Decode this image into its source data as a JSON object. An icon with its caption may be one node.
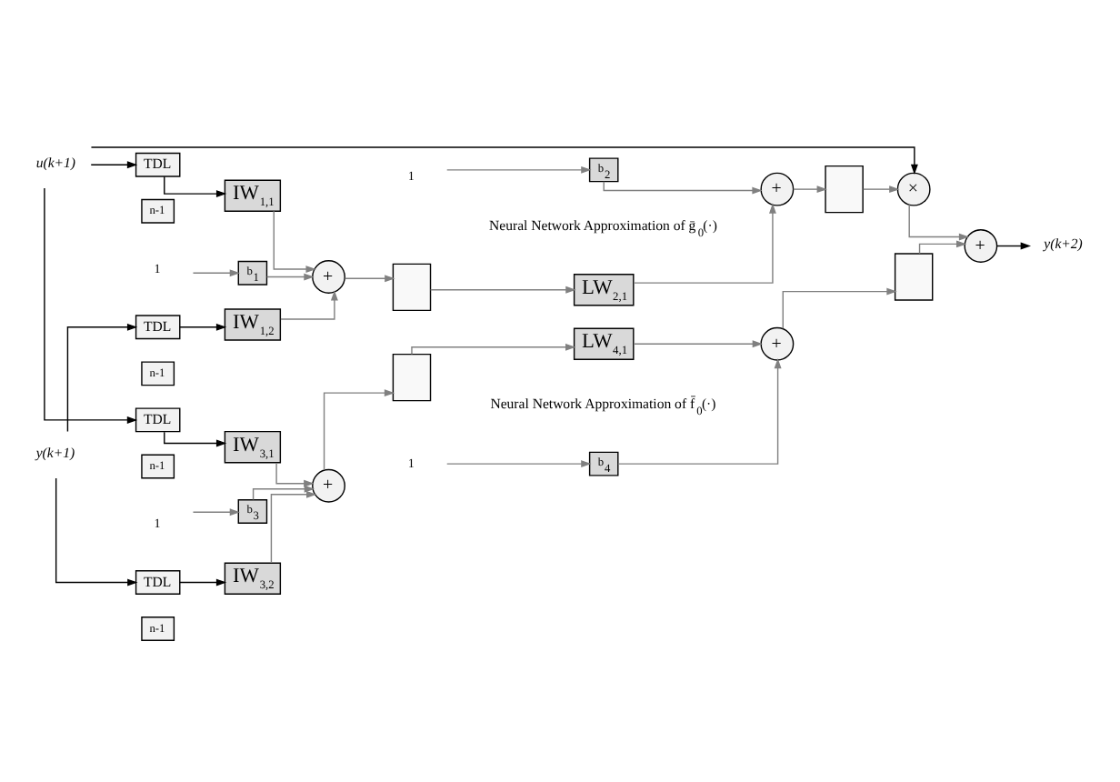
{
  "diagram": {
    "nodes": [
      {
        "text": [
          "u(k+1)"
        ]
      },
      {
        "text": [
          "y(k+1)"
        ]
      },
      {
        "text": [
          "TDL"
        ]
      },
      {
        "text": [
          "n-1"
        ]
      },
      {
        "text": [
          "TDL"
        ]
      },
      {
        "text": [
          "n-1"
        ]
      },
      {
        "text": [
          "TDL"
        ]
      },
      {
        "text": [
          "n-1"
        ]
      },
      {
        "text": [
          "TDL"
        ]
      },
      {
        "text": [
          "n-1"
        ]
      },
      {
        "text": [
          "IW$_{1,1}$"
        ]
      },
      {
        "text": [
          "IW$_{1,2}$"
        ]
      },
      {
        "text": [
          "IW$_{3,1}$"
        ]
      },
      {
        "text": [
          "IW$_{3,2}$"
        ]
      },
      {
        "text": [
          "1"
        ]
      },
      {
        "text": [
          "b$_{1}$"
        ]
      },
      {
        "text": [
          "+"
        ]
      },
      {
        "text": [
          "1"
        ]
      },
      {
        "text": [
          "b$_{3}$"
        ]
      },
      {
        "text": [
          "+"
        ]
      },
      {
        "text": [],
        "shape": "box"
      },
      {
        "text": [],
        "shape": "box"
      },
      {
        "text": [
          "LW$_{2,1}$"
        ]
      },
      {
        "text": [
          "LW$_{4,1}$"
        ]
      },
      {
        "text": [
          "1"
        ]
      },
      {
        "text": [
          "b$_{2}$"
        ]
      },
      {
        "text": [
          "+"
        ]
      },
      {
        "text": [
          "1"
        ]
      },
      {
        "text": [
          "b$_{4}$"
        ]
      },
      {
        "text": [
          "+"
        ]
      },
      {
        "text": [],
        "shape": "box"
      },
      {
        "text": [],
        "shape": "box"
      },
      {
        "text": [
          "×"
        ]
      },
      {
        "text": [
          "+"
        ]
      },
      {
        "text": [
          "y(k+2)"
        ]
      }
    ],
    "edges": [
      {
        "from": 0,
        "to": 2,
        "arrow": "to",
        "color": "#000000"
      },
      {
        "from": 0,
        "to": 6,
        "arrow": "to",
        "color": "#000000"
      },
      {
        "from": 0,
        "to": 32,
        "arrow": "to",
        "color": "#000000"
      },
      {
        "from": 1,
        "to": 4,
        "arrow": "to",
        "color": "#000000"
      },
      {
        "from": 1,
        "to": 8,
        "arrow": "to",
        "color": "#000000"
      },
      {
        "from": 2,
        "to": 10,
        "arrow": "to",
        "color": "#000000"
      },
      {
        "from": 4,
        "to": 11,
        "arrow": "to",
        "color": "#000000"
      },
      {
        "from": 6,
        "to": 12,
        "arrow": "to",
        "color": "#000000"
      },
      {
        "from": 8,
        "to": 13,
        "arrow": "to",
        "color": "#000000"
      },
      {
        "from": 10,
        "to": 16,
        "arrow": "to"
      },
      {
        "from": 11,
        "to": 16,
        "arrow": "to"
      },
      {
        "from": 12,
        "to": 19,
        "arrow": "to"
      },
      {
        "from": 13,
        "to": 19,
        "arrow": "to"
      },
      {
        "from": 14,
        "to": 15,
        "arrow": "to"
      },
      {
        "from": 15,
        "to": 16,
        "arrow": "to"
      },
      {
        "from": 17,
        "to": 18,
        "arrow": "to"
      },
      {
        "from": 18,
        "to": 19,
        "arrow": "to"
      },
      {
        "from": 16,
        "to": 20,
        "arrow": "to"
      },
      {
        "from": 19,
        "to": 21,
        "arrow": "to"
      },
      {
        "from": 20,
        "to": 22,
        "arrow": "to"
      },
      {
        "from": 21,
        "to": 23,
        "arrow": "to"
      },
      {
        "from": 24,
        "to": 25,
        "arrow": "to"
      },
      {
        "from": 25,
        "to": 26,
        "arrow": "to"
      },
      {
        "from": 27,
        "to": 28,
        "arrow": "to"
      },
      {
        "from": 28,
        "to": 29,
        "arrow": "to"
      },
      {
        "from": 22,
        "to": 26,
        "arrow": "to"
      },
      {
        "from": 23,
        "to": 29,
        "arrow": "to"
      },
      {
        "from": 26,
        "to": 30,
        "arrow": "to"
      },
      {
        "from": 29,
        "to": 31,
        "arrow": "to"
      },
      {
        "from": 30,
        "to": 32,
        "arrow": "to"
      },
      {
        "from": 31,
        "to": 33,
        "arrow": "to"
      },
      {
        "from": 32,
        "to": 33,
        "arrow": "to"
      },
      {
        "from": 33,
        "to": 34,
        "arrow": "to",
        "color": "#000000"
      }
    ],
    "labels": [
      "Neural Network Approximation of ḡ$_{0}$(·)",
      "Neural Network Approximation of f̄$_{0}$(·)"
    ]
  }
}
